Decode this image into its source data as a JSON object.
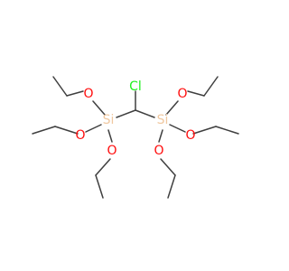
{
  "molecule": {
    "atoms": {
      "cl": "Cl",
      "si_left": "Si",
      "si_right": "Si",
      "o_left_top": "O",
      "o_left_mid": "O",
      "o_left_bottom": "O",
      "o_right_top": "O",
      "o_right_mid": "O",
      "o_right_bottom": "O"
    },
    "colors": {
      "carbon_bond": "#3f3f3f",
      "oxygen": "#ff0d0d",
      "silicon": "#f0c8a0",
      "chlorine": "#1ff01f"
    }
  }
}
